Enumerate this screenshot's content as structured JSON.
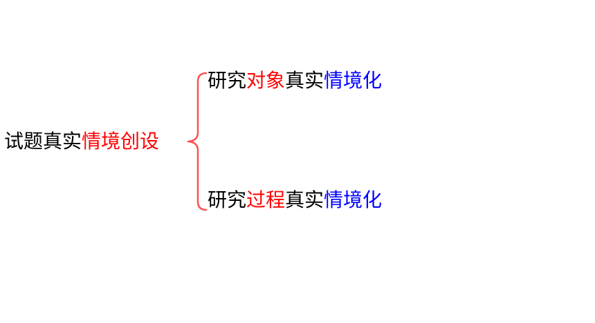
{
  "root": {
    "part1": "试题真实",
    "part2": "情境创设"
  },
  "branches": [
    {
      "part1": "研究",
      "part2": "对象",
      "part3": "真实",
      "part4": "情境化"
    },
    {
      "part1": "研究",
      "part2": "过程",
      "part3": "真实",
      "part4": "情境化"
    }
  ],
  "colors": {
    "black": "#000000",
    "red": "#ff0000",
    "blue": "#0000ff",
    "brace": "#ff5050"
  }
}
